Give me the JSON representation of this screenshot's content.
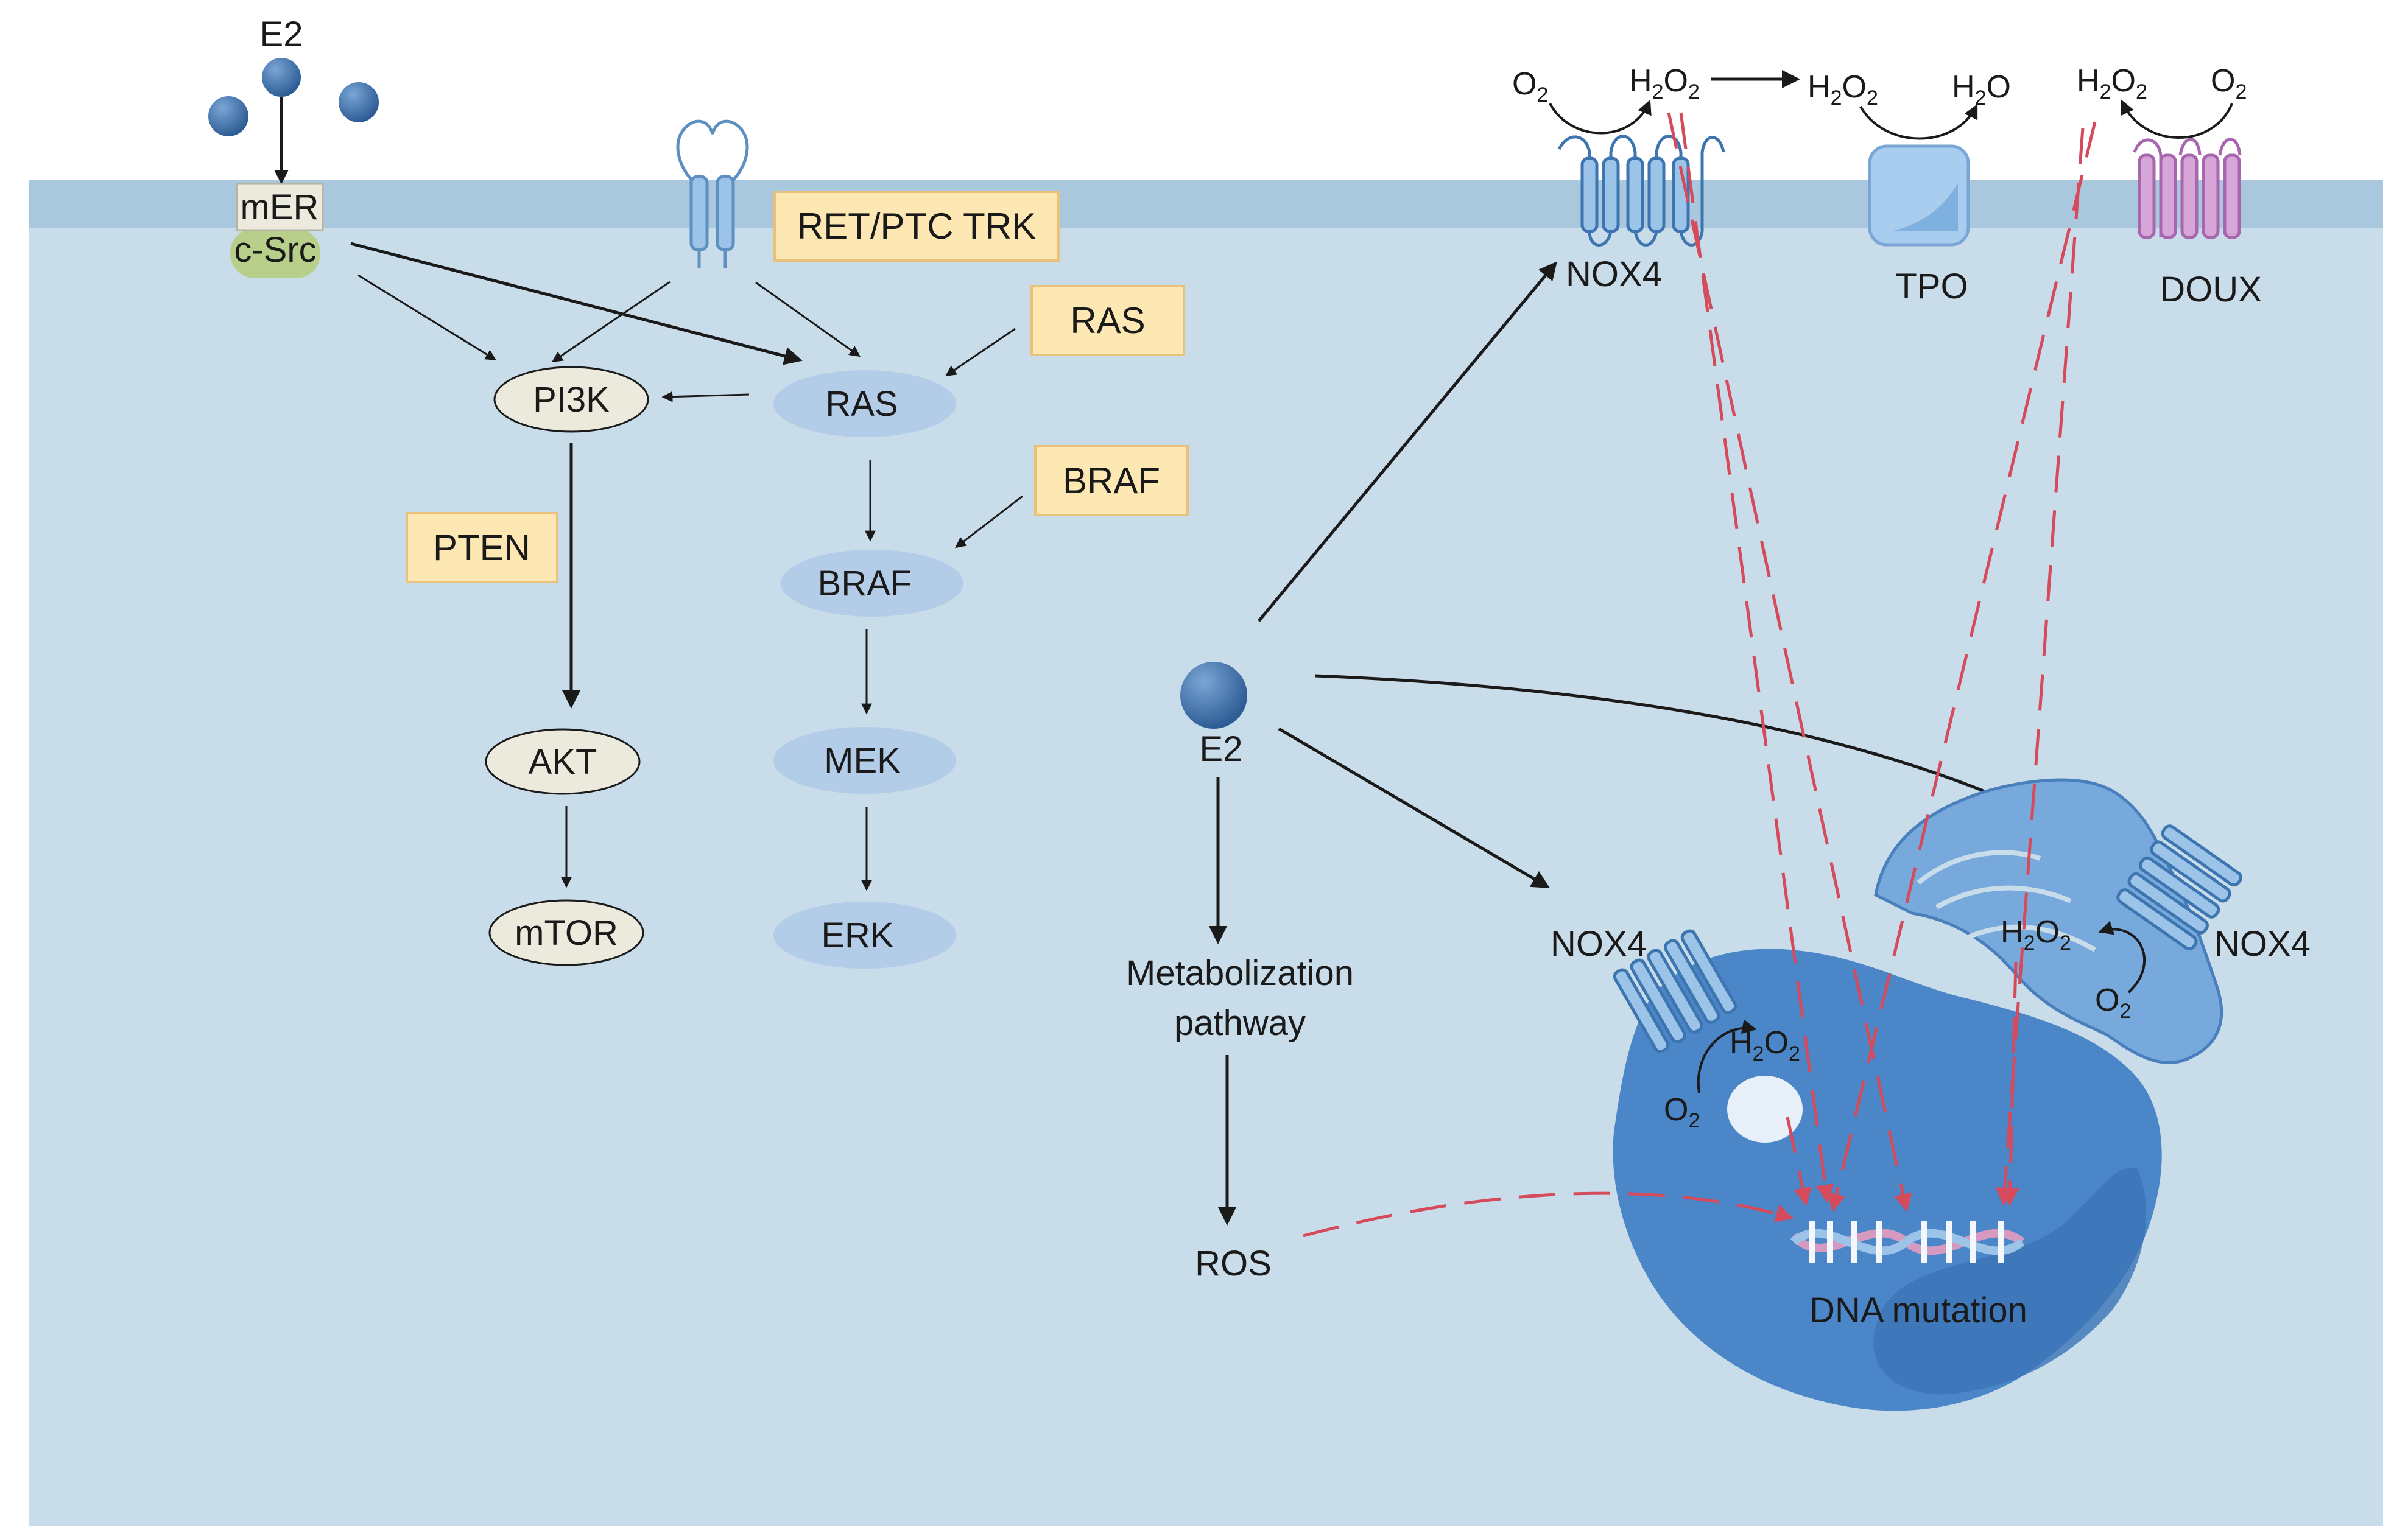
{
  "colors": {
    "cytoplasm": "#c9dce9",
    "membrane": "#a9c8de",
    "mutation_box": "#fde8b3",
    "mutation_box_border": "#e9c17a",
    "pi3k_pathway_node": "#eceadc",
    "ras_pathway_node": "#b3cde9",
    "molecule": "#3d6fa6",
    "nucleus": "#4a86c8",
    "ros_arrow": "#d64b5b",
    "receptor": "#9cc4e8",
    "doux": "#d7a6d8"
  },
  "top_left": {
    "ligand": "E2",
    "receptor_top": "mER",
    "receptor_bottom": "c-Src"
  },
  "mutation_boxes": {
    "ret_ptc_trk": "RET/PTC TRK",
    "ras": "RAS",
    "braf": "BRAF",
    "pten": "PTEN"
  },
  "pathway_nodes": {
    "pi3k": "PI3K",
    "akt": "AKT",
    "mtor": "mTOR",
    "ras": "RAS",
    "braf": "BRAF",
    "mek": "MEK",
    "erk": "ERK"
  },
  "membrane_enzymes": {
    "nox4": "NOX4",
    "tpo": "TPO",
    "doux": "DOUX"
  },
  "chemicals": {
    "o2": "O",
    "h2o2": "H",
    "h2o": "H",
    "sub_2": "2"
  },
  "center": {
    "ligand": "E2",
    "metabolization_line1": "Metabolization",
    "metabolization_line2": "pathway",
    "ros": "ROS"
  },
  "cell": {
    "nox4_left": "NOX4",
    "nox4_right": "NOX4",
    "dna_label": "DNA mutation"
  }
}
